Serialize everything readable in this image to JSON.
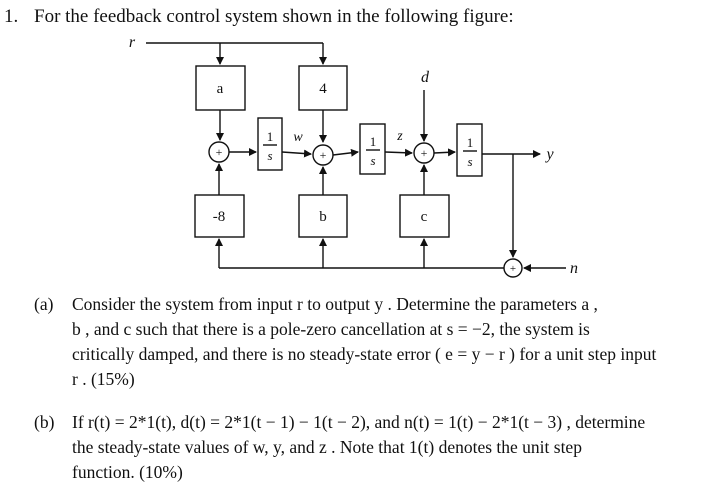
{
  "question": {
    "number": "1.",
    "text": "For the feedback control system shown in the following figure:"
  },
  "diagram": {
    "blocks": {
      "a": "a",
      "four": "4",
      "minus8": "-8",
      "b": "b",
      "c": "c",
      "integrator_num": "1",
      "integrator_den": "s"
    },
    "signals": {
      "r": "r",
      "w": "w",
      "z": "z",
      "d": "d",
      "y": "y",
      "n": "n"
    },
    "sum_sign": "+"
  },
  "part_a": {
    "tag": "(a)",
    "line1": "Consider the system from input  r  to output  y .   Determine the parameters  a ,",
    "line2": "b ,  and  c  such that there is a pole-zero cancellation at  s = −2,  the system is",
    "line3": "critically damped, and there is no steady-state error ( e = y − r ) for a unit step input",
    "line4": "r .   (15%)"
  },
  "part_b": {
    "tag": "(b)",
    "line1": "If  r(t) = 2*1(t),  d(t) = 2*1(t − 1) − 1(t − 2),  and  n(t) = 1(t) − 2*1(t − 3) ,  determine",
    "line2": "the steady-state values of  w,  y,  and  z .   Note that  1(t)  denotes the unit step",
    "line3": "function.   (10%)"
  }
}
